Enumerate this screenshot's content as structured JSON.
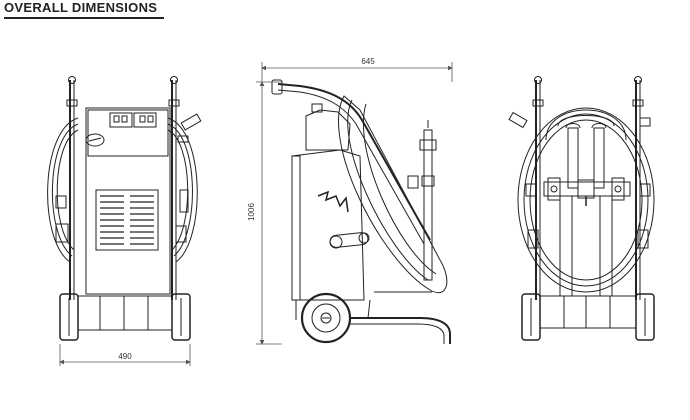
{
  "header": {
    "title": "OVERALL DIMENSIONS"
  },
  "dimensions": {
    "width": "490",
    "depth": "645",
    "height": "1006"
  },
  "colors": {
    "line": "#222222",
    "dim_line": "#555555",
    "background": "#ffffff"
  }
}
